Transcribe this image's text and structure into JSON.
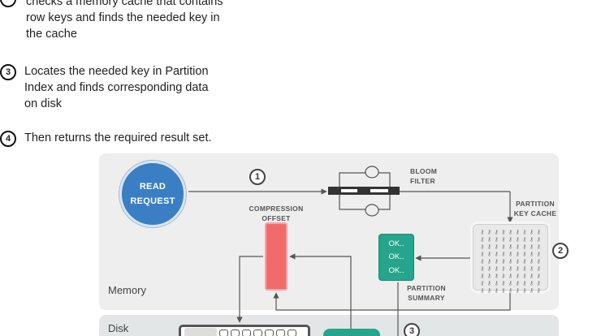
{
  "steps": [
    {
      "num": "",
      "text": "checks a memory cache that contains\nrow keys and finds the needed key in\nthe cache"
    },
    {
      "num": "3",
      "text": "Locates the needed key in Partition\nIndex and finds corresponding data\non disk"
    },
    {
      "num": "4",
      "text": "Then returns the required result set."
    }
  ],
  "diagram": {
    "read_request": [
      "READ",
      "REQUEST"
    ],
    "bloom_filter": [
      "BLOOM",
      "FILTER"
    ],
    "partition_key_cache": [
      "PARTITION",
      "KEY CACHE"
    ],
    "compression_offset": [
      "COMPRESSION",
      "OFFSET"
    ],
    "partition_summary": [
      "PARTITION",
      "SUMMARY"
    ],
    "summary_entries": [
      "OK..",
      "OK..",
      "OK.."
    ],
    "key_cache_glyph": "⚷",
    "memory_label": "Memory",
    "disk_label": "Disk",
    "badges": {
      "b1": "1",
      "b2": "2",
      "b3": "3"
    },
    "colors": {
      "read_request": "#3a7ec4",
      "compression_offset": "#f26b6b",
      "partition_summary": "#24a58c",
      "memory_panel": "#eeeeee",
      "disk_panel": "#e3e6e6"
    }
  }
}
